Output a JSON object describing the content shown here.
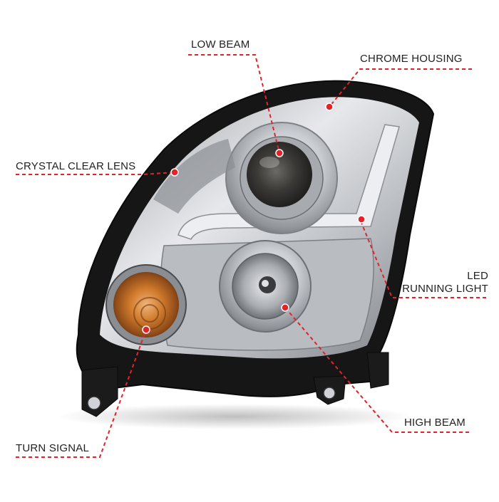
{
  "callouts": {
    "low_beam": "LOW BEAM",
    "chrome_housing": "CHROME HOUSING",
    "crystal_clear_lens": "CRYSTAL CLEAR LENS",
    "led_running_light_line1": "LED",
    "led_running_light_line2": "RUNNING LIGHT",
    "high_beam": "HIGH BEAM",
    "turn_signal": "TURN SIGNAL"
  },
  "colors": {
    "callout_line": "#e2232a",
    "label_text": "#222222",
    "background": "#ffffff",
    "housing_frame": "#1a1a1a",
    "chrome": "#c9ccd0",
    "turn_signal_amber": "#d07a2c"
  }
}
